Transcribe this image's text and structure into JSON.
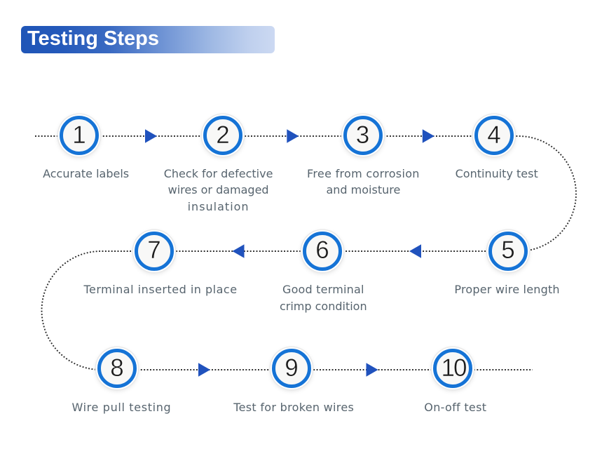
{
  "title": {
    "text": "Testing Steps"
  },
  "steps": [
    {
      "number": "1",
      "label_lines": [
        "Accurate labels"
      ]
    },
    {
      "number": "2",
      "label_lines": [
        "Check for defective",
        "wires or damaged",
        "insulation"
      ]
    },
    {
      "number": "3",
      "label_lines": [
        "Free from corrosion",
        "and moisture"
      ]
    },
    {
      "number": "4",
      "label_lines": [
        "Continuity test"
      ]
    },
    {
      "number": "5",
      "label_lines": [
        "Proper wire length"
      ]
    },
    {
      "number": "6",
      "label_lines": [
        "Good terminal",
        "crimp condition"
      ]
    },
    {
      "number": "7",
      "label_lines": [
        "Terminal inserted in place"
      ]
    },
    {
      "number": "8",
      "label_lines": [
        "Wire pull testing"
      ]
    },
    {
      "number": "9",
      "label_lines": [
        "Test for broken wires"
      ]
    },
    {
      "number": "10",
      "label_lines": [
        "On-off test"
      ]
    }
  ],
  "flow": {
    "line_style": "dotted",
    "arrows": [
      {
        "between": [
          "1",
          "2"
        ],
        "direction": "right"
      },
      {
        "between": [
          "2",
          "3"
        ],
        "direction": "right"
      },
      {
        "between": [
          "3",
          "4"
        ],
        "direction": "right"
      },
      {
        "between": [
          "5",
          "6"
        ],
        "direction": "left"
      },
      {
        "between": [
          "6",
          "7"
        ],
        "direction": "left"
      },
      {
        "between": [
          "8",
          "9"
        ],
        "direction": "right"
      },
      {
        "between": [
          "9",
          "10"
        ],
        "direction": "right"
      }
    ]
  },
  "colors": {
    "ring_blue": "#1573d6",
    "arrow_blue": "#2052bd",
    "number": "#1b1b1b",
    "label": "#57646e",
    "dotted_line": "#2a2a2a",
    "banner_blue_start": "#1f55b7",
    "banner_blue_end": "#ccd9f2",
    "background": "#ffffff"
  }
}
